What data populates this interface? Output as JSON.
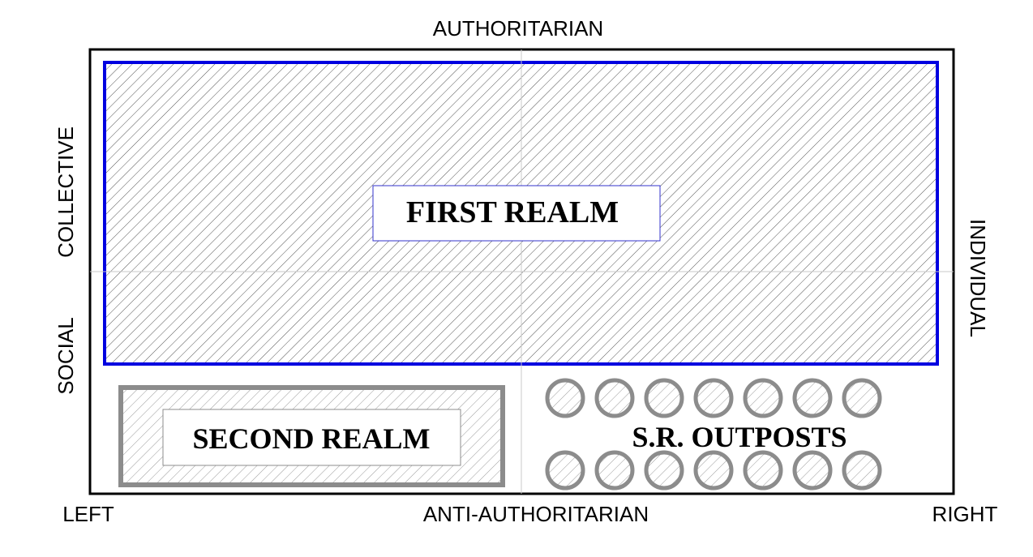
{
  "axes": {
    "top": "AUTHORITARIAN",
    "bottom": "ANTI-AUTHORITARIAN",
    "left_bottom": "LEFT",
    "right_bottom": "RIGHT",
    "left_upper": "COLLECTIVE",
    "left_lower": "SOCIAL",
    "right_side": "INDIVIDUAL"
  },
  "regions": {
    "first_realm": "FIRST REALM",
    "second_realm": "SECOND REALM",
    "outposts": "S.R. OUTPOSTS",
    "outpost_count": 14
  },
  "colors": {
    "first_realm_border": "#0000e0",
    "second_realm_border": "#8c8c8c",
    "hatch": "#555555",
    "frame": "#000000",
    "midline": "#c8c8c8"
  }
}
